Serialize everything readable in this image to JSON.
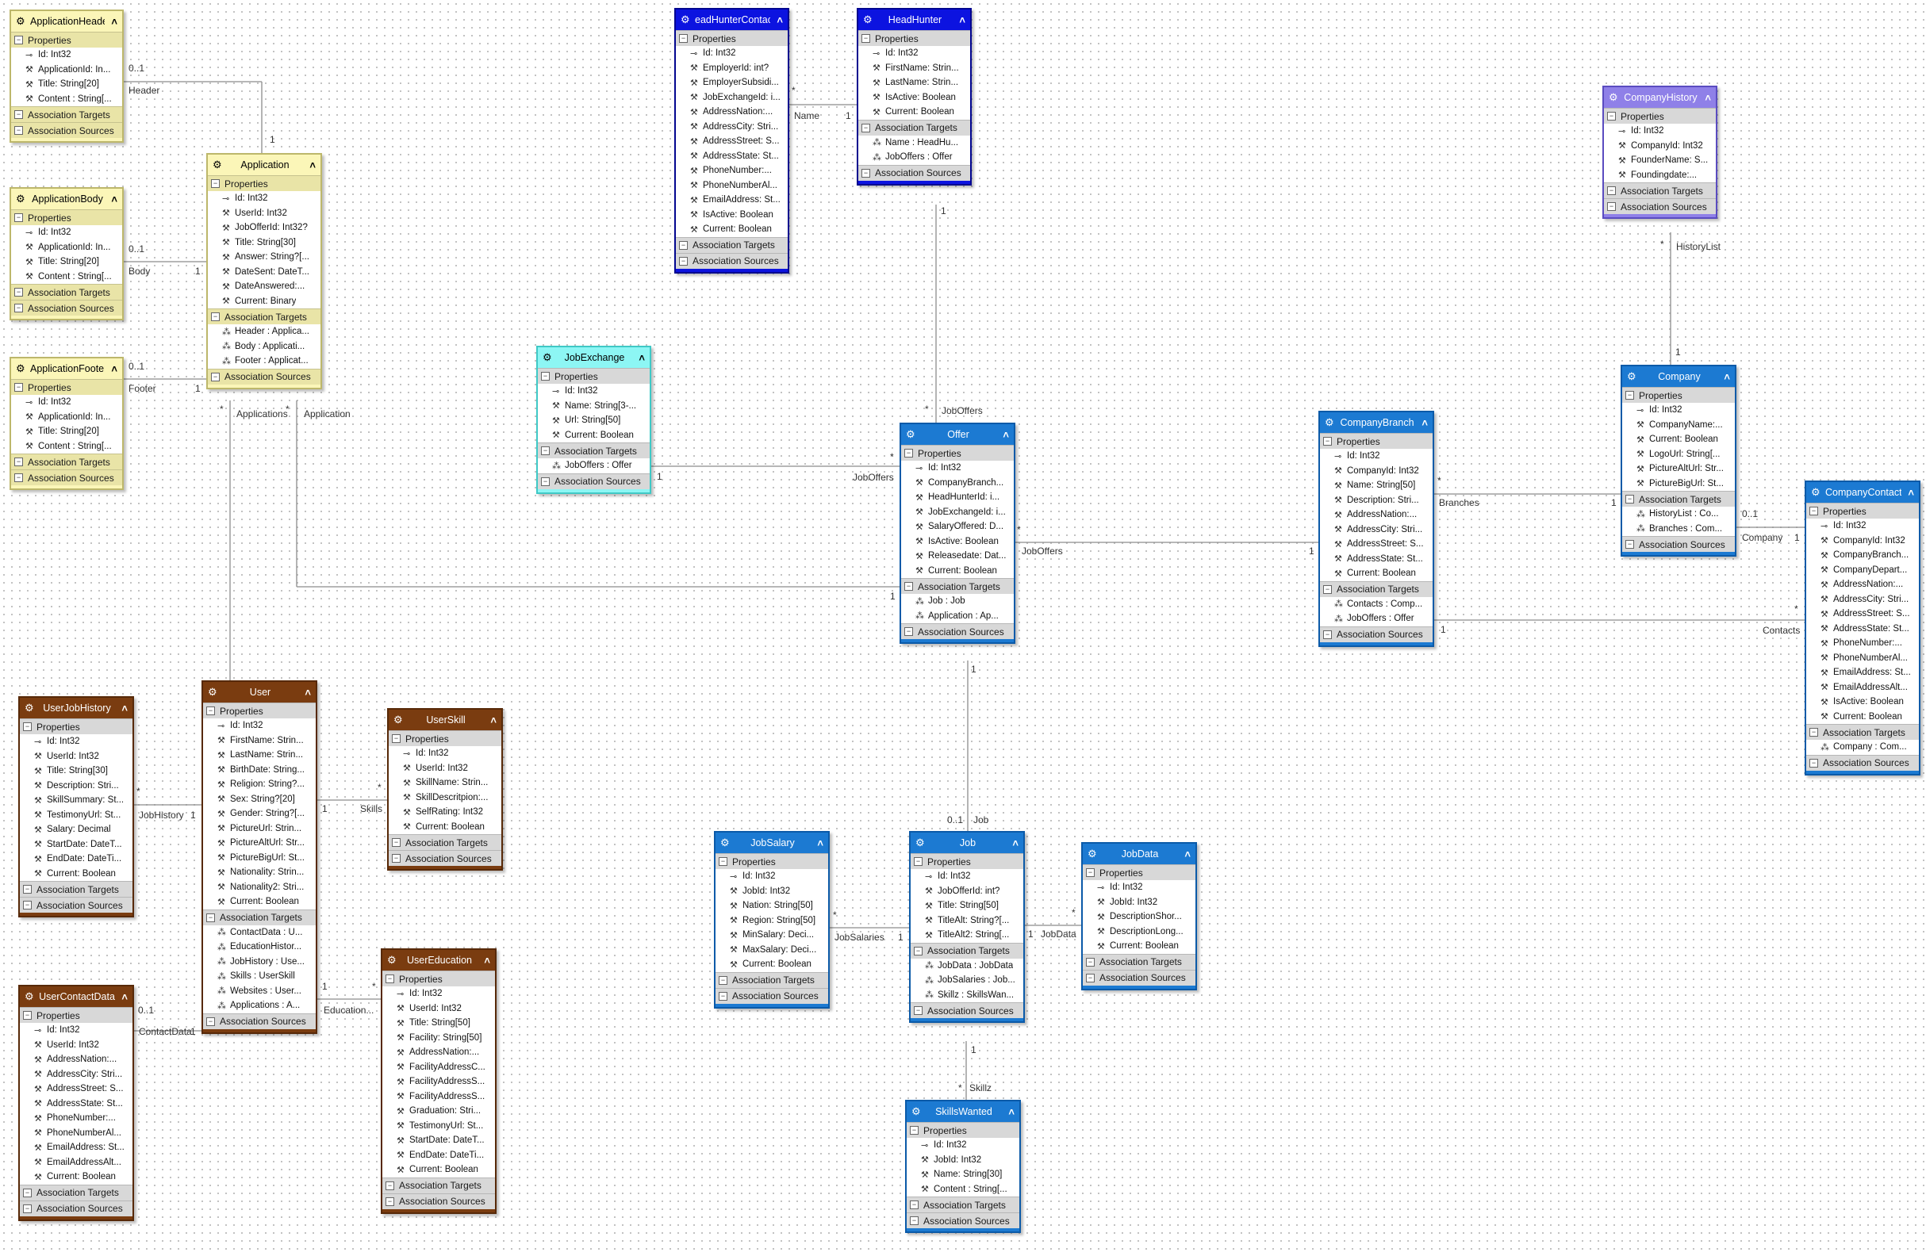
{
  "section_labels": {
    "properties": "Properties",
    "targets": "Association Targets",
    "sources": "Association Sources"
  },
  "theme_colors": {
    "yellow": {
      "header": "#fbf6b8",
      "border": "#bdb76b",
      "section": "#e9e4a7",
      "text": "#000000"
    },
    "blue": {
      "header": "#1c7ad2",
      "border": "#0b5aa8",
      "section": "#d8d8d8",
      "text": "#ffffff"
    },
    "navy": {
      "header": "#0c13e0",
      "border": "#02068f",
      "section": "#d8d8d8",
      "text": "#ffffff"
    },
    "cyan": {
      "header": "#8df6f4",
      "border": "#3fc9c6",
      "section": "#d8d8d8",
      "text": "#000000"
    },
    "purple": {
      "header": "#8f80e8",
      "border": "#5a4cc0",
      "section": "#d8d8d8",
      "text": "#ffffff"
    },
    "brown": {
      "header": "#7a3c10",
      "border": "#572908",
      "section": "#d8d8d8",
      "text": "#ffffff"
    }
  },
  "icons": {
    "entity": "entity-icon",
    "collapse": "chevron-up-icon",
    "key": "key-icon",
    "property": "wrench-icon",
    "navigation": "navigation-icon"
  },
  "entities": [
    {
      "id": "ApplicationHeader",
      "title": "ApplicationHeader",
      "theme": "yellow",
      "properties": [
        {
          "text": "Id: Int32",
          "key": true
        },
        {
          "text": "ApplicationId: In..."
        },
        {
          "text": "Title: String[20]"
        },
        {
          "text": "Content : String[..."
        }
      ],
      "targets": [],
      "sources_label": true
    },
    {
      "id": "ApplicationBody",
      "title": "ApplicationBody",
      "theme": "yellow",
      "properties": [
        {
          "text": "Id: Int32",
          "key": true
        },
        {
          "text": "ApplicationId: In..."
        },
        {
          "text": "Title: String[20]"
        },
        {
          "text": "Content : String[..."
        }
      ],
      "targets": []
    },
    {
      "id": "ApplicationFooter",
      "title": "ApplicationFooter",
      "theme": "yellow",
      "properties": [
        {
          "text": "Id: Int32",
          "key": true
        },
        {
          "text": "ApplicationId: In..."
        },
        {
          "text": "Title: String[20]"
        },
        {
          "text": "Content : String[..."
        }
      ],
      "targets": []
    },
    {
      "id": "Application",
      "title": "Application",
      "theme": "yellow",
      "properties": [
        {
          "text": "Id: Int32",
          "key": true
        },
        {
          "text": "UserId: Int32"
        },
        {
          "text": "JobOfferId: Int32?"
        },
        {
          "text": "Title: String[30]"
        },
        {
          "text": "Answer: String?[..."
        },
        {
          "text": "DateSent: DateT..."
        },
        {
          "text": "DateAnswered:..."
        },
        {
          "text": "Current: Binary"
        }
      ],
      "targets": [
        "Header : Applica...",
        "Body : Applicati...",
        "Footer : Applicat..."
      ]
    },
    {
      "id": "HeadHunterContactData",
      "title": "eadHunterContactDa",
      "theme": "navy",
      "properties": [
        {
          "text": "Id: Int32",
          "key": true
        },
        {
          "text": "EmployerId: int?"
        },
        {
          "text": "EmployerSubsidi..."
        },
        {
          "text": "JobExchangeId: i..."
        },
        {
          "text": "AddressNation:..."
        },
        {
          "text": "AddressCity: Stri..."
        },
        {
          "text": "AddressStreet: S..."
        },
        {
          "text": "AddressState: St..."
        },
        {
          "text": "PhoneNumber:..."
        },
        {
          "text": "PhoneNumberAl..."
        },
        {
          "text": "EmailAddress: St..."
        },
        {
          "text": "IsActive: Boolean"
        },
        {
          "text": "Current: Boolean"
        }
      ],
      "targets": []
    },
    {
      "id": "HeadHunter",
      "title": "HeadHunter",
      "theme": "navy",
      "properties": [
        {
          "text": "Id: Int32",
          "key": true
        },
        {
          "text": "FirstName: Strin..."
        },
        {
          "text": "LastName: Strin..."
        },
        {
          "text": "IsActive: Boolean"
        },
        {
          "text": "Current: Boolean"
        }
      ],
      "targets": [
        "Name : HeadHu...",
        "JobOffers : Offer"
      ]
    },
    {
      "id": "CompanyHistory",
      "title": "CompanyHistory",
      "theme": "purple",
      "properties": [
        {
          "text": "Id: Int32",
          "key": true
        },
        {
          "text": "CompanyId: Int32"
        },
        {
          "text": "FounderName: S..."
        },
        {
          "text": "Foundingdate:..."
        }
      ],
      "targets": []
    },
    {
      "id": "JobExchange",
      "title": "JobExchange",
      "theme": "cyan",
      "properties": [
        {
          "text": "Id: Int32",
          "key": true
        },
        {
          "text": "Name: String[3-..."
        },
        {
          "text": "Url: String[50]"
        },
        {
          "text": "Current: Boolean"
        }
      ],
      "targets": [
        "JobOffers : Offer"
      ]
    },
    {
      "id": "Offer",
      "title": "Offer",
      "theme": "blue",
      "properties": [
        {
          "text": "Id: Int32",
          "key": true
        },
        {
          "text": "CompanyBranch..."
        },
        {
          "text": "HeadHunterId: i..."
        },
        {
          "text": "JobExchangeId: i..."
        },
        {
          "text": "SalaryOffered: D..."
        },
        {
          "text": "IsActive: Boolean"
        },
        {
          "text": "Releasedate: Dat..."
        },
        {
          "text": "Current: Boolean"
        }
      ],
      "targets": [
        "Job : Job",
        "Application : Ap..."
      ]
    },
    {
      "id": "CompanyBranch",
      "title": "CompanyBranch",
      "theme": "blue",
      "properties": [
        {
          "text": "Id: Int32",
          "key": true
        },
        {
          "text": "CompanyId: Int32"
        },
        {
          "text": "Name: String[50]"
        },
        {
          "text": "Description: Stri..."
        },
        {
          "text": "AddressNation:..."
        },
        {
          "text": "AddressCity: Stri..."
        },
        {
          "text": "AddressStreet: S..."
        },
        {
          "text": "AddressState: St..."
        },
        {
          "text": "Current: Boolean"
        }
      ],
      "targets": [
        "Contacts : Comp...",
        "JobOffers : Offer"
      ]
    },
    {
      "id": "Company",
      "title": "Company",
      "theme": "blue",
      "properties": [
        {
          "text": "Id: Int32",
          "key": true
        },
        {
          "text": "CompanyName:..."
        },
        {
          "text": "Current: Boolean"
        },
        {
          "text": "LogoUrl: String[..."
        },
        {
          "text": "PictureAltUrl: Str..."
        },
        {
          "text": "PictureBigUrl: St..."
        }
      ],
      "targets": [
        "HistoryList : Co...",
        "Branches : Com..."
      ]
    },
    {
      "id": "CompanyContactData",
      "title": "CompanyContactDa",
      "theme": "blue",
      "properties": [
        {
          "text": "Id: Int32",
          "key": true
        },
        {
          "text": "CompanyId: Int32"
        },
        {
          "text": "CompanyBranch..."
        },
        {
          "text": "CompanyDepart..."
        },
        {
          "text": "AddressNation:..."
        },
        {
          "text": "AddressCity: Stri..."
        },
        {
          "text": "AddressStreet: S..."
        },
        {
          "text": "AddressState: St..."
        },
        {
          "text": "PhoneNumber:..."
        },
        {
          "text": "PhoneNumberAl..."
        },
        {
          "text": "EmailAddress: St..."
        },
        {
          "text": "EmailAddressAlt..."
        },
        {
          "text": "IsActive: Boolean"
        },
        {
          "text": "Current: Boolean"
        }
      ],
      "targets": [
        "Company : Com..."
      ]
    },
    {
      "id": "UserJobHistory",
      "title": "UserJobHistory",
      "theme": "brown",
      "properties": [
        {
          "text": "Id: Int32",
          "key": true
        },
        {
          "text": "UserId: Int32"
        },
        {
          "text": "Title: String[30]"
        },
        {
          "text": "Description: Stri..."
        },
        {
          "text": "SkillSummary: St..."
        },
        {
          "text": "TestimonyUrl: St..."
        },
        {
          "text": "Salary: Decimal"
        },
        {
          "text": "StartDate: DateT..."
        },
        {
          "text": "EndDate: DateTi..."
        },
        {
          "text": "Current: Boolean"
        }
      ],
      "targets": []
    },
    {
      "id": "User",
      "title": "User",
      "theme": "brown",
      "properties": [
        {
          "text": "Id: Int32",
          "key": true
        },
        {
          "text": "FirstName: Strin..."
        },
        {
          "text": "LastName: Strin..."
        },
        {
          "text": "BirthDate: String..."
        },
        {
          "text": "Religion: String?..."
        },
        {
          "text": "Sex: String?[20]"
        },
        {
          "text": "Gender: String?[..."
        },
        {
          "text": "PictureUrl: Strin..."
        },
        {
          "text": "PictureAltUrl: Str..."
        },
        {
          "text": "PictureBigUrl: St..."
        },
        {
          "text": "Nationality: Strin..."
        },
        {
          "text": "Nationality2: Stri..."
        },
        {
          "text": "Current: Boolean"
        }
      ],
      "targets": [
        "ContactData : U...",
        "EducationHistor...",
        "JobHistory : Use...",
        "Skills : UserSkill",
        "Websites : User...",
        "Applications : A..."
      ]
    },
    {
      "id": "UserSkill",
      "title": "UserSkill",
      "theme": "brown",
      "properties": [
        {
          "text": "Id: Int32",
          "key": true
        },
        {
          "text": "UserId: Int32"
        },
        {
          "text": "SkillName: Strin..."
        },
        {
          "text": "SkillDescritpion:..."
        },
        {
          "text": "SelfRating: Int32"
        },
        {
          "text": "Current: Boolean"
        }
      ],
      "targets": []
    },
    {
      "id": "UserContactData",
      "title": "UserContactData",
      "theme": "brown",
      "properties": [
        {
          "text": "Id: Int32",
          "key": true
        },
        {
          "text": "UserId: Int32"
        },
        {
          "text": "AddressNation:..."
        },
        {
          "text": "AddressCity: Stri..."
        },
        {
          "text": "AddressStreet: S..."
        },
        {
          "text": "AddressState: St..."
        },
        {
          "text": "PhoneNumber:..."
        },
        {
          "text": "PhoneNumberAl..."
        },
        {
          "text": "EmailAddress: St..."
        },
        {
          "text": "EmailAddressAlt..."
        },
        {
          "text": "Current: Boolean"
        }
      ],
      "targets": []
    },
    {
      "id": "UserEducation",
      "title": "UserEducation",
      "theme": "brown",
      "properties": [
        {
          "text": "Id: Int32",
          "key": true
        },
        {
          "text": "UserId: Int32"
        },
        {
          "text": "Title: String[50]"
        },
        {
          "text": "Facility: String[50]"
        },
        {
          "text": "AddressNation:..."
        },
        {
          "text": "FacilityAddressC..."
        },
        {
          "text": "FacilityAddressS..."
        },
        {
          "text": "FacilityAddressS..."
        },
        {
          "text": "Graduation: Stri..."
        },
        {
          "text": "TestimonyUrl: St..."
        },
        {
          "text": "StartDate: DateT..."
        },
        {
          "text": "EndDate: DateTi..."
        },
        {
          "text": "Current: Boolean"
        }
      ],
      "targets": []
    },
    {
      "id": "JobSalary",
      "title": "JobSalary",
      "theme": "blue",
      "properties": [
        {
          "text": "Id: Int32",
          "key": true
        },
        {
          "text": "JobId: Int32"
        },
        {
          "text": "Nation: String[50]"
        },
        {
          "text": "Region: String[50]"
        },
        {
          "text": "MinSalary: Deci..."
        },
        {
          "text": "MaxSalary: Deci..."
        },
        {
          "text": "Current: Boolean"
        }
      ],
      "targets": []
    },
    {
      "id": "Job",
      "title": "Job",
      "theme": "blue",
      "properties": [
        {
          "text": "Id: Int32",
          "key": true
        },
        {
          "text": "JobOfferId: int?"
        },
        {
          "text": "Title: String[50]"
        },
        {
          "text": "TitleAlt: String?[..."
        },
        {
          "text": "TitleAlt2: String[..."
        }
      ],
      "targets": [
        "JobData : JobData",
        "JobSalaries : Job...",
        "Skillz : SkillsWan..."
      ]
    },
    {
      "id": "JobData",
      "title": "JobData",
      "theme": "blue",
      "properties": [
        {
          "text": "Id: Int32",
          "key": true
        },
        {
          "text": "JobId: Int32"
        },
        {
          "text": "DescriptionShor..."
        },
        {
          "text": "DescriptionLong..."
        },
        {
          "text": "Current: Boolean"
        }
      ],
      "targets": []
    },
    {
      "id": "SkillsWanted",
      "title": "SkillsWanted",
      "theme": "blue",
      "properties": [
        {
          "text": "Id: Int32",
          "key": true
        },
        {
          "text": "JobId: Int32"
        },
        {
          "text": "Name: String[30]"
        },
        {
          "text": "Content : String[..."
        }
      ],
      "targets": []
    }
  ],
  "connector_labels": [
    {
      "id": "hdr-01",
      "text": "0..1"
    },
    {
      "id": "hdr-name",
      "text": "Header"
    },
    {
      "id": "hdr-1",
      "text": "1"
    },
    {
      "id": "body-01",
      "text": "0..1"
    },
    {
      "id": "body-name",
      "text": "Body"
    },
    {
      "id": "body-1",
      "text": "1"
    },
    {
      "id": "ftr-01",
      "text": "0..1"
    },
    {
      "id": "ftr-name",
      "text": "Footer"
    },
    {
      "id": "ftr-1",
      "text": "1"
    },
    {
      "id": "app-star1",
      "text": "*"
    },
    {
      "id": "app-name1",
      "text": "Applications"
    },
    {
      "id": "app-star2",
      "text": "*"
    },
    {
      "id": "app-name2",
      "text": "Application"
    },
    {
      "id": "hh-star",
      "text": "*"
    },
    {
      "id": "hh-name",
      "text": "Name"
    },
    {
      "id": "hh-1",
      "text": "1"
    },
    {
      "id": "hh-offer-1",
      "text": "1"
    },
    {
      "id": "hh-offer-star",
      "text": "*"
    },
    {
      "id": "hh-offer-name",
      "text": "JobOffers"
    },
    {
      "id": "hist-1",
      "text": "1"
    },
    {
      "id": "hist-star",
      "text": "*"
    },
    {
      "id": "hist-name",
      "text": "HistoryList"
    },
    {
      "id": "je-1",
      "text": "1"
    },
    {
      "id": "je-star",
      "text": "*"
    },
    {
      "id": "je-name",
      "text": "JobOffers"
    },
    {
      "id": "cb-star",
      "text": "*"
    },
    {
      "id": "cb-name",
      "text": "JobOffers"
    },
    {
      "id": "cb-1",
      "text": "1"
    },
    {
      "id": "br-star",
      "text": "*"
    },
    {
      "id": "br-name",
      "text": "Branches"
    },
    {
      "id": "br-1",
      "text": "1"
    },
    {
      "id": "cc-01",
      "text": "0..1"
    },
    {
      "id": "cc-name",
      "text": "Company"
    },
    {
      "id": "cc-1",
      "text": "1"
    },
    {
      "id": "ct-1",
      "text": "1"
    },
    {
      "id": "ct-star",
      "text": "*"
    },
    {
      "id": "ct-name",
      "text": "Contacts"
    },
    {
      "id": "off-app-1",
      "text": "1"
    },
    {
      "id": "oj-1",
      "text": "1"
    },
    {
      "id": "oj-01",
      "text": "0..1"
    },
    {
      "id": "oj-name",
      "text": "Job"
    },
    {
      "id": "jh-star",
      "text": "*"
    },
    {
      "id": "jh-name",
      "text": "JobHistory"
    },
    {
      "id": "jh-1",
      "text": "1"
    },
    {
      "id": "sk-1",
      "text": "1"
    },
    {
      "id": "sk-name",
      "text": "Skills"
    },
    {
      "id": "sk-star",
      "text": "*"
    },
    {
      "id": "cd-01",
      "text": "0..1"
    },
    {
      "id": "cd-name",
      "text": "ContactData"
    },
    {
      "id": "cd-1",
      "text": "1"
    },
    {
      "id": "ed-1",
      "text": "1"
    },
    {
      "id": "ed-name",
      "text": "Education..."
    },
    {
      "id": "ed-star",
      "text": "*"
    },
    {
      "id": "js-star",
      "text": "*"
    },
    {
      "id": "js-name",
      "text": "JobSalaries"
    },
    {
      "id": "js-1",
      "text": "1"
    },
    {
      "id": "jd-1",
      "text": "1"
    },
    {
      "id": "jd-name",
      "text": "JobData"
    },
    {
      "id": "jd-star",
      "text": "*"
    },
    {
      "id": "sz-1",
      "text": "1"
    },
    {
      "id": "sz-name",
      "text": "Skillz"
    },
    {
      "id": "sz-star",
      "text": "*"
    }
  ]
}
